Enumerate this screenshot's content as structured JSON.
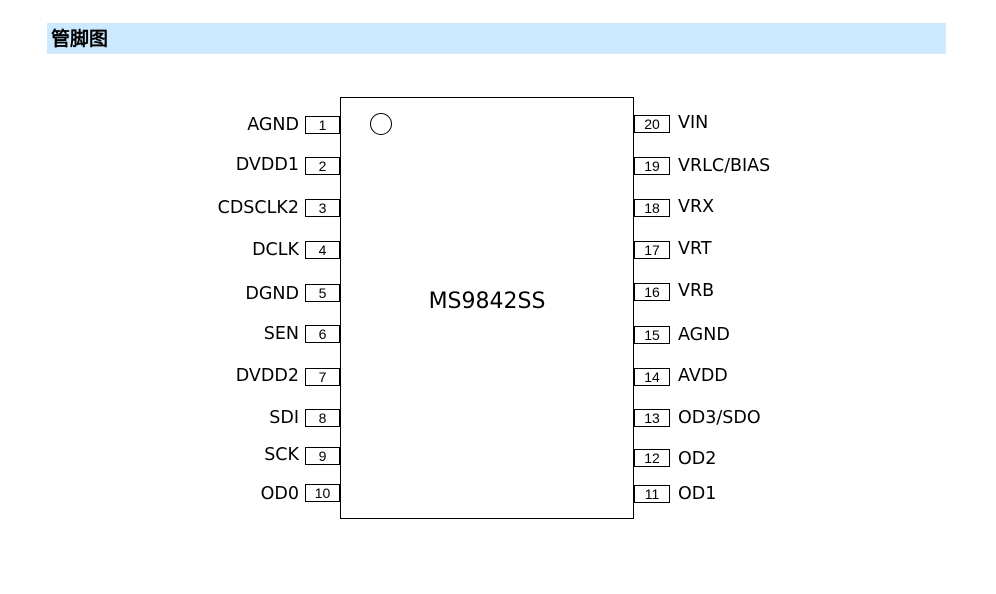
{
  "section": {
    "title": "管脚图"
  },
  "chip": {
    "name": "MS9842SS"
  },
  "pins_left": [
    {
      "number": "1",
      "label": "AGND"
    },
    {
      "number": "2",
      "label": "DVDD1"
    },
    {
      "number": "3",
      "label": "CDSCLK2"
    },
    {
      "number": "4",
      "label": "DCLK"
    },
    {
      "number": "5",
      "label": "DGND"
    },
    {
      "number": "6",
      "label": "SEN"
    },
    {
      "number": "7",
      "label": "DVDD2"
    },
    {
      "number": "8",
      "label": "SDI"
    },
    {
      "number": "9",
      "label": "SCK"
    },
    {
      "number": "10",
      "label": "OD0"
    }
  ],
  "pins_right": [
    {
      "number": "20",
      "label": "VIN"
    },
    {
      "number": "19",
      "label": "VRLC/BIAS"
    },
    {
      "number": "18",
      "label": "VRX"
    },
    {
      "number": "17",
      "label": "VRT"
    },
    {
      "number": "16",
      "label": "VRB"
    },
    {
      "number": "15",
      "label": "AGND"
    },
    {
      "number": "14",
      "label": "AVDD"
    },
    {
      "number": "13",
      "label": "OD3/SDO"
    },
    {
      "number": "12",
      "label": "OD2"
    },
    {
      "number": "11",
      "label": "OD1"
    }
  ]
}
